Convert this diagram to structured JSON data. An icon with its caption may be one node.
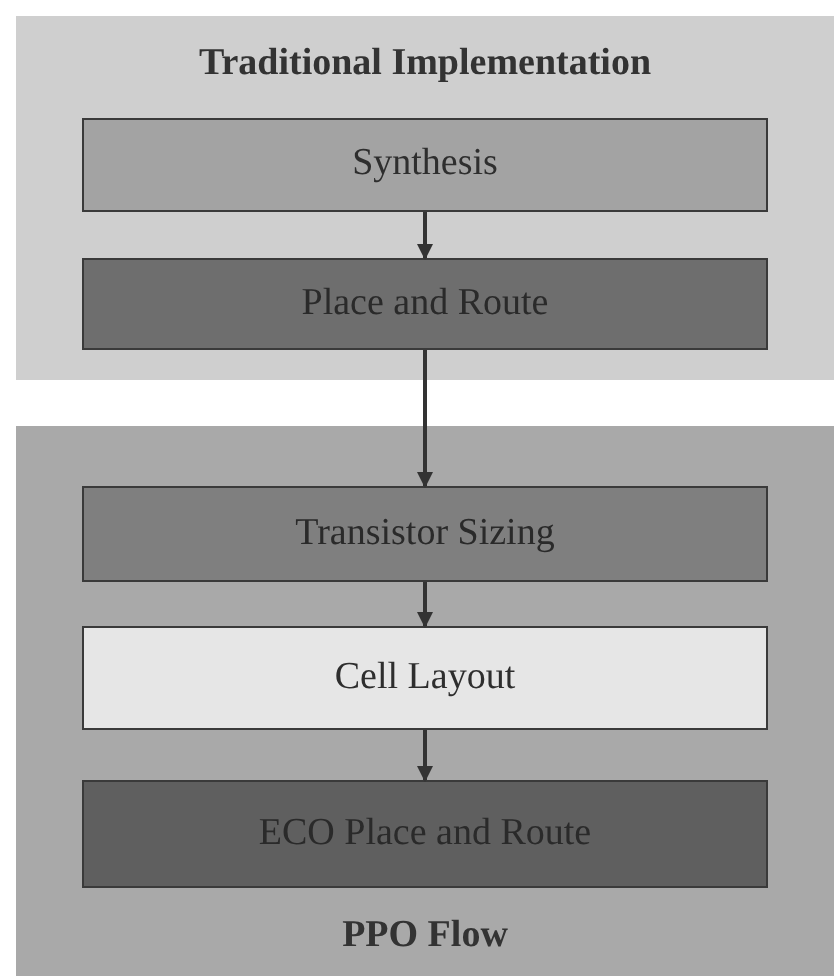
{
  "diagram": {
    "nodes": [
      {
        "text": [
          "Traditional Implementation"
        ]
      },
      {
        "text": [
          "Synthesis"
        ],
        "in": 0
      },
      {
        "text": [
          "Place and Route"
        ],
        "in": 0
      },
      {
        "text": [
          "PPO Flow"
        ]
      },
      {
        "text": [
          "Transistor Sizing"
        ],
        "in": 3
      },
      {
        "text": [
          "Cell Layout"
        ],
        "in": 3
      },
      {
        "text": [
          "ECO Place and Route"
        ],
        "in": 3
      }
    ],
    "edges": [
      {
        "from": 1,
        "to": 2,
        "arrow": "to"
      },
      {
        "from": 2,
        "to": 4,
        "arrow": "to"
      },
      {
        "from": 4,
        "to": 5,
        "arrow": "to"
      },
      {
        "from": 5,
        "to": 6,
        "arrow": "to"
      }
    ]
  }
}
